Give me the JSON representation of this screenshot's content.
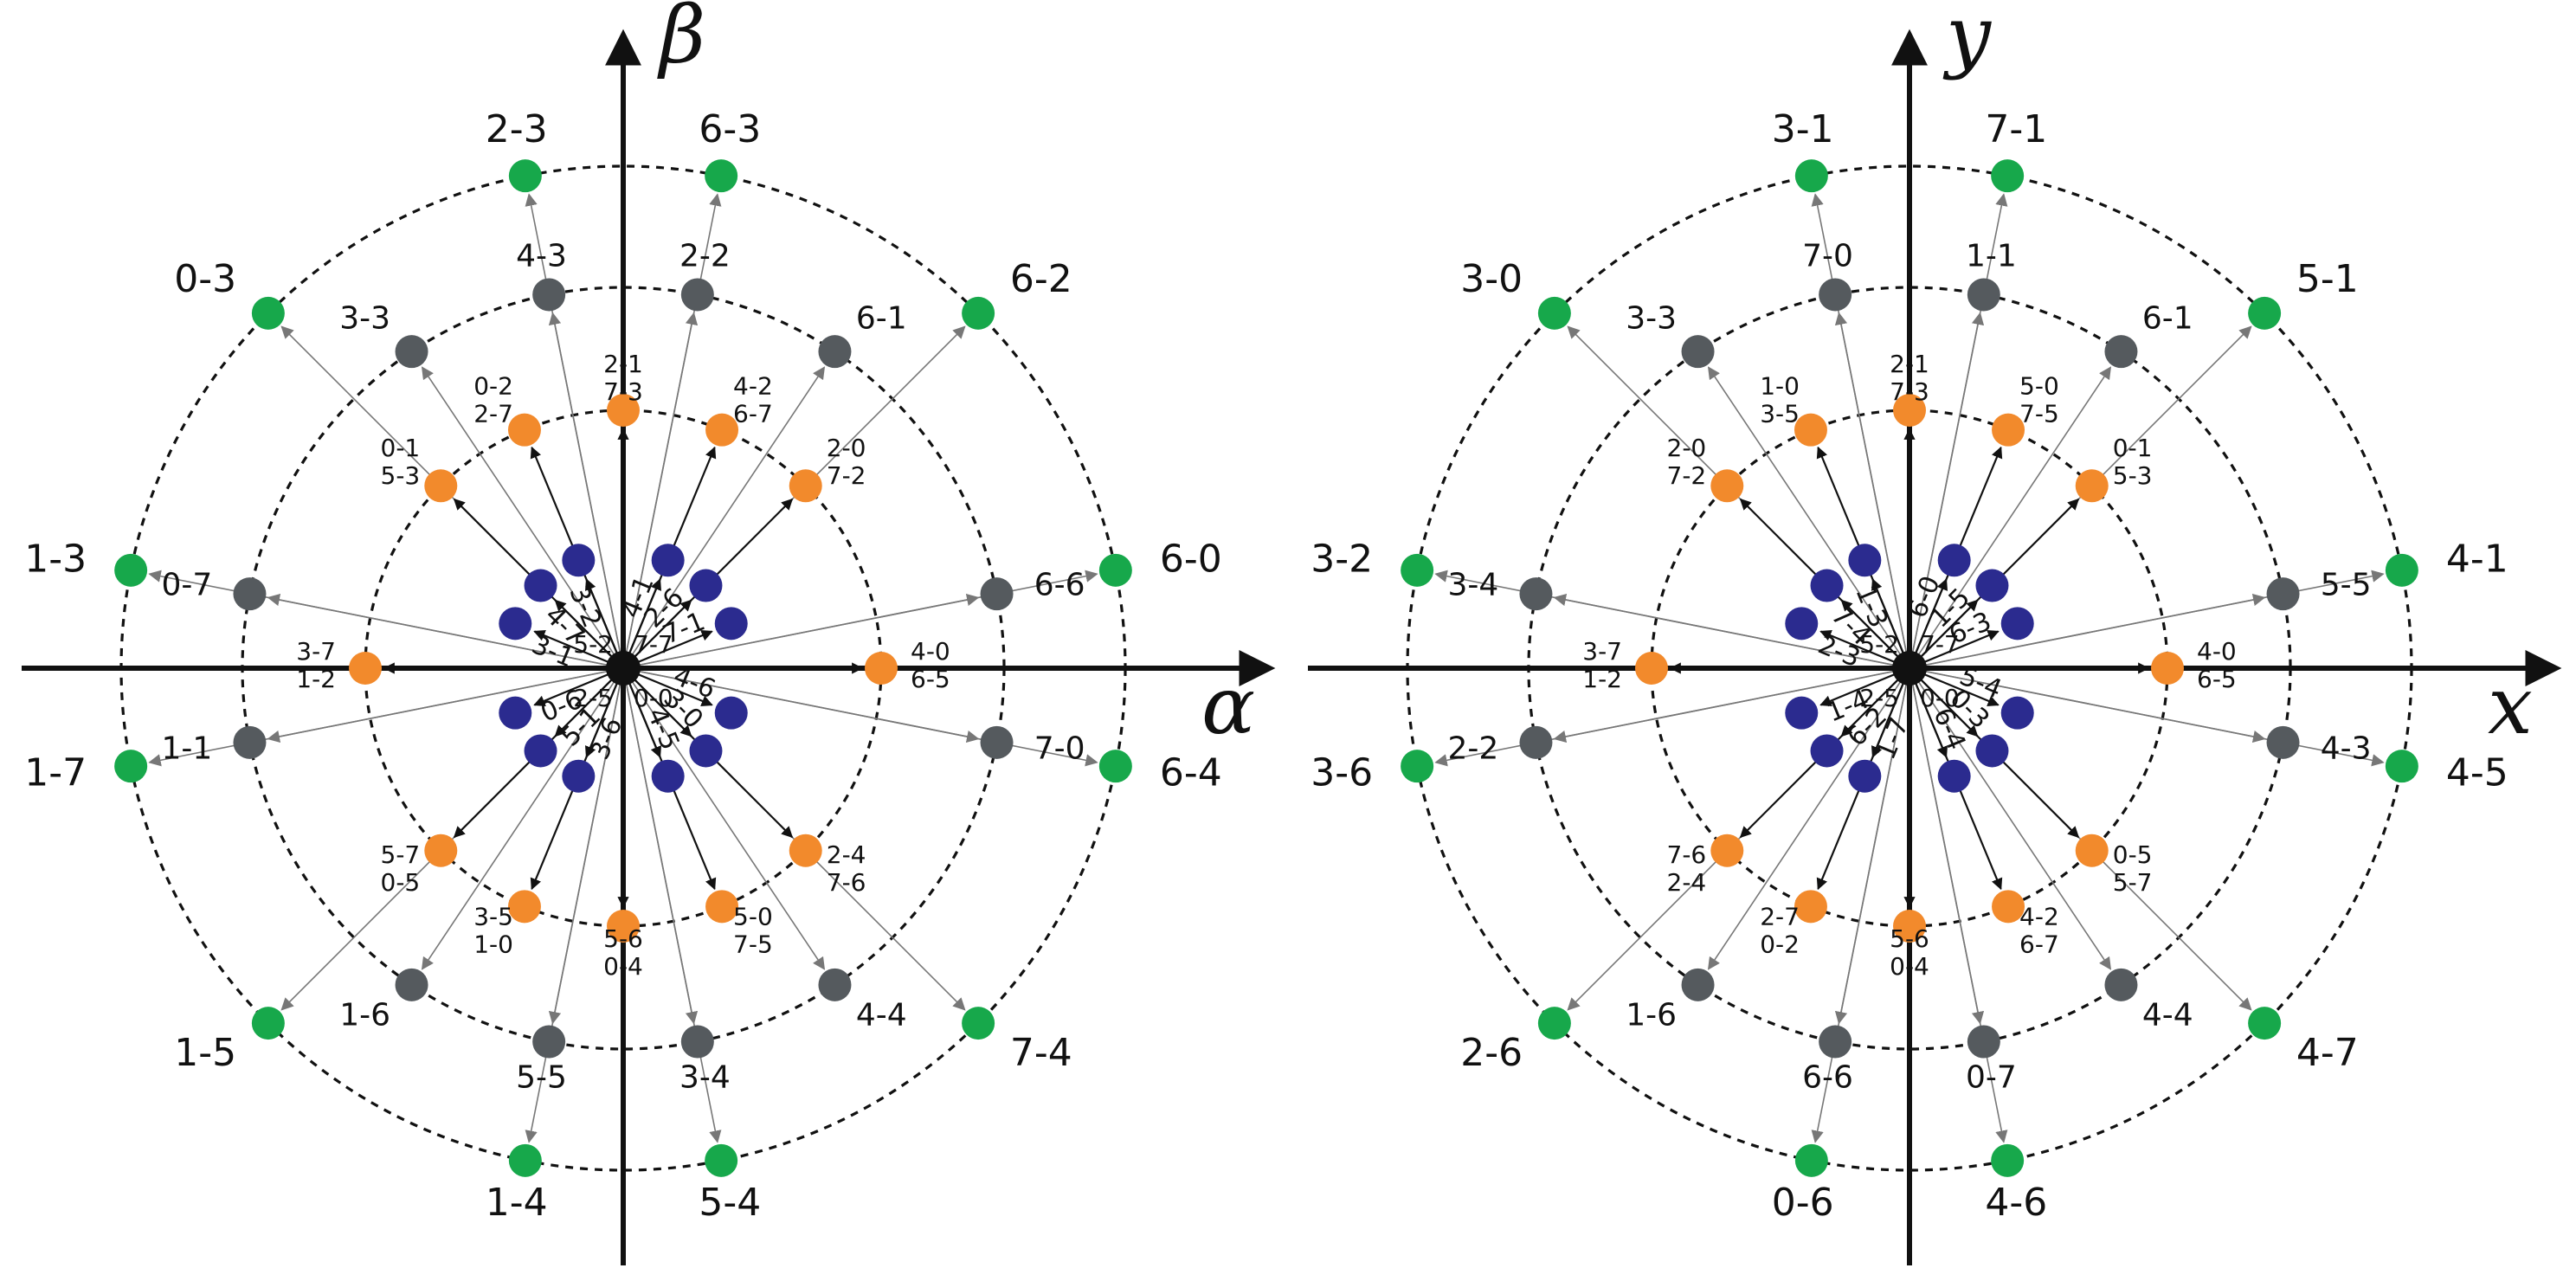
{
  "colors": {
    "inner": "#2b2b8f",
    "mid": "#f28a2c",
    "outer_mid": "#555a5e",
    "outer": "#17a84b",
    "origin": "#111111",
    "axis": "#111111",
    "ring": "#111111",
    "arrow": "#777777"
  },
  "panels": [
    {
      "x_axis_label": "α",
      "y_axis_label": "β",
      "inner": [
        {
          "angle": 67.5,
          "label": "4-1"
        },
        {
          "angle": 112.5,
          "label": "3-2"
        },
        {
          "angle": 22.5,
          "label": "7-1"
        },
        {
          "angle": 45,
          "label": "2-6"
        },
        {
          "angle": 135,
          "label": "4-7"
        },
        {
          "angle": 157.5,
          "label": "3-1"
        },
        {
          "angle": 202.5,
          "label": "0-6"
        },
        {
          "angle": 225,
          "label": "5-1"
        },
        {
          "angle": 247.5,
          "label": "3-6"
        },
        {
          "angle": 292.5,
          "label": "4-5"
        },
        {
          "angle": 315,
          "label": "3-0"
        },
        {
          "angle": 337.5,
          "label": "4-6"
        }
      ],
      "mid": [
        {
          "angle": 90,
          "label": "2-1 7-3"
        },
        {
          "angle": 67.5,
          "label": "4-2 6-7"
        },
        {
          "angle": 45,
          "label": "2-0 7-2"
        },
        {
          "angle": 0,
          "label": "4-0 6-5"
        },
        {
          "angle": 315,
          "label": "2-4 7-6"
        },
        {
          "angle": 292.5,
          "label": "5-0 7-5"
        },
        {
          "angle": 270,
          "label": "5-6 0-4"
        },
        {
          "angle": 247.5,
          "label": "3-5 1-0"
        },
        {
          "angle": 225,
          "label": "5-7 0-5"
        },
        {
          "angle": 180,
          "label": "3-7 1-2"
        },
        {
          "angle": 135,
          "label": "0-1 5-3"
        },
        {
          "angle": 112.5,
          "label": "0-2 2-7"
        }
      ],
      "outer_mid": [
        {
          "angle": 78.75,
          "label": "2-2"
        },
        {
          "angle": 56.25,
          "label": "6-1"
        },
        {
          "angle": 11.25,
          "label": "6-6"
        },
        {
          "angle": 348.75,
          "label": "7-0"
        },
        {
          "angle": 303.75,
          "label": "4-4"
        },
        {
          "angle": 281.25,
          "label": "3-4"
        },
        {
          "angle": 258.75,
          "label": "5-5"
        },
        {
          "angle": 236.25,
          "label": "1-6"
        },
        {
          "angle": 191.25,
          "label": "1-1"
        },
        {
          "angle": 168.75,
          "label": "0-7"
        },
        {
          "angle": 123.75,
          "label": "3-3"
        },
        {
          "angle": 101.25,
          "label": "4-3"
        }
      ],
      "outer": [
        {
          "angle": 78.75,
          "label": "6-3"
        },
        {
          "angle": 45,
          "label": "6-2"
        },
        {
          "angle": 11.25,
          "label": "6-0"
        },
        {
          "angle": 348.75,
          "label": "6-4"
        },
        {
          "angle": 315,
          "label": "7-4"
        },
        {
          "angle": 281.25,
          "label": "5-4"
        },
        {
          "angle": 258.75,
          "label": "1-4"
        },
        {
          "angle": 225,
          "label": "1-5"
        },
        {
          "angle": 191.25,
          "label": "1-7"
        },
        {
          "angle": 168.75,
          "label": "1-3"
        },
        {
          "angle": 135,
          "label": "0-3"
        },
        {
          "angle": 101.25,
          "label": "2-3"
        }
      ],
      "center_labels": [
        "5-2",
        "7-7",
        "2-5",
        "0-0"
      ]
    },
    {
      "x_axis_label": "x",
      "y_axis_label": "y",
      "inner": [
        {
          "angle": 67.5,
          "label": "6-0"
        },
        {
          "angle": 112.5,
          "label": "1-3"
        },
        {
          "angle": 22.5,
          "label": "6-3"
        },
        {
          "angle": 45,
          "label": "1-5"
        },
        {
          "angle": 135,
          "label": "7-4"
        },
        {
          "angle": 157.5,
          "label": "2-3"
        },
        {
          "angle": 202.5,
          "label": "1-4"
        },
        {
          "angle": 225,
          "label": "6-2"
        },
        {
          "angle": 247.5,
          "label": "1-7"
        },
        {
          "angle": 292.5,
          "label": "6-4"
        },
        {
          "angle": 315,
          "label": "0-3"
        },
        {
          "angle": 337.5,
          "label": "5-4"
        }
      ],
      "mid": [
        {
          "angle": 90,
          "label": "2-1 7-3"
        },
        {
          "angle": 67.5,
          "label": "5-0 7-5"
        },
        {
          "angle": 45,
          "label": "0-1 5-3"
        },
        {
          "angle": 0,
          "label": "4-0 6-5"
        },
        {
          "angle": 315,
          "label": "0-5 5-7"
        },
        {
          "angle": 292.5,
          "label": "4-2 6-7"
        },
        {
          "angle": 270,
          "label": "5-6 0-4"
        },
        {
          "angle": 247.5,
          "label": "2-7 0-2"
        },
        {
          "angle": 225,
          "label": "7-6 2-4"
        },
        {
          "angle": 180,
          "label": "3-7 1-2"
        },
        {
          "angle": 135,
          "label": "2-0 7-2"
        },
        {
          "angle": 112.5,
          "label": "1-0 3-5"
        }
      ],
      "outer_mid": [
        {
          "angle": 78.75,
          "label": "1-1"
        },
        {
          "angle": 56.25,
          "label": "6-1"
        },
        {
          "angle": 11.25,
          "label": "5-5"
        },
        {
          "angle": 348.75,
          "label": "4-3"
        },
        {
          "angle": 303.75,
          "label": "4-4"
        },
        {
          "angle": 281.25,
          "label": "0-7"
        },
        {
          "angle": 258.75,
          "label": "6-6"
        },
        {
          "angle": 236.25,
          "label": "1-6"
        },
        {
          "angle": 191.25,
          "label": "2-2"
        },
        {
          "angle": 168.75,
          "label": "3-4"
        },
        {
          "angle": 123.75,
          "label": "3-3"
        },
        {
          "angle": 101.25,
          "label": "7-0"
        }
      ],
      "outer": [
        {
          "angle": 78.75,
          "label": "7-1"
        },
        {
          "angle": 45,
          "label": "5-1"
        },
        {
          "angle": 11.25,
          "label": "4-1"
        },
        {
          "angle": 348.75,
          "label": "4-5"
        },
        {
          "angle": 315,
          "label": "4-7"
        },
        {
          "angle": 281.25,
          "label": "4-6"
        },
        {
          "angle": 258.75,
          "label": "0-6"
        },
        {
          "angle": 225,
          "label": "2-6"
        },
        {
          "angle": 191.25,
          "label": "3-6"
        },
        {
          "angle": 168.75,
          "label": "3-2"
        },
        {
          "angle": 135,
          "label": "3-0"
        },
        {
          "angle": 101.25,
          "label": "3-1"
        }
      ],
      "center_labels": [
        "5-2",
        "7-7",
        "2-5",
        "0-0"
      ]
    }
  ]
}
